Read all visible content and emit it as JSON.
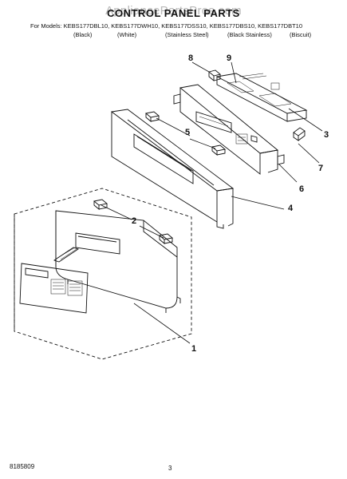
{
  "header": {
    "watermark": "AppliancePartsPros.com",
    "title": "CONTROL PANEL PARTS",
    "models_line": "For Models: KEBS177DBL10, KEBS177DWH10, KEBS177DSS10, KEBS177DBS10, KEBS177DBT10",
    "finishes": [
      "(Black)",
      "(White)",
      "(Stainless Steel)",
      "(Black Stainless)",
      "(Biscuit)"
    ]
  },
  "callouts": [
    "1",
    "2",
    "3",
    "4",
    "5",
    "6",
    "7",
    "8",
    "9"
  ],
  "footer": {
    "doc_number": "8185809",
    "page_number": "3"
  }
}
